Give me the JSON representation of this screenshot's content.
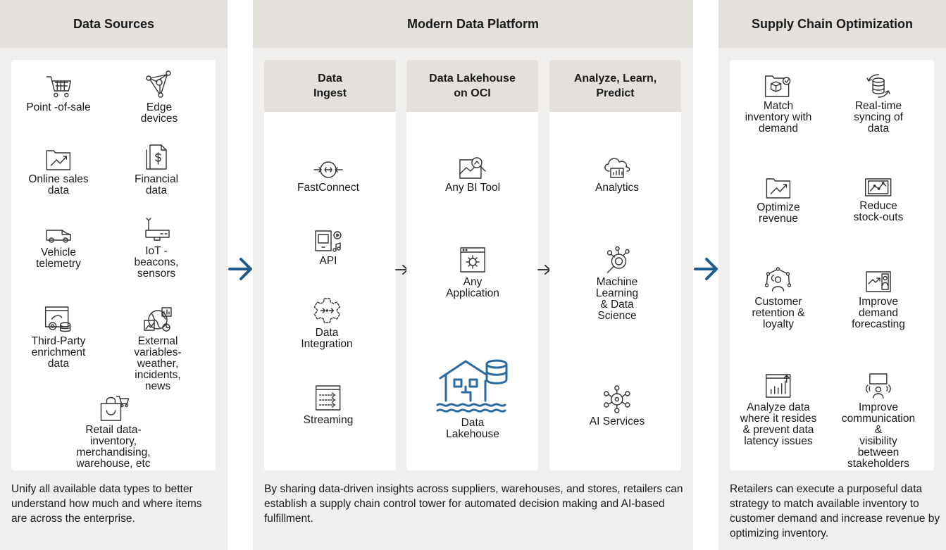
{
  "columns": {
    "sources": {
      "title": "Data Sources",
      "items": [
        {
          "label": "Point -of-sale",
          "icon": "shopping-cart-icon"
        },
        {
          "label": "Edge devices",
          "icon": "network-nodes-icon"
        },
        {
          "label": "Online sales\ndata",
          "icon": "sales-chart-icon"
        },
        {
          "label": "Financial\ndata",
          "icon": "financial-document-icon"
        },
        {
          "label": "Vehicle\ntelemetry",
          "icon": "van-icon"
        },
        {
          "label": "IoT - beacons,\nsensors",
          "icon": "router-icon"
        },
        {
          "label": "Third-Party\nenrichment\ndata",
          "icon": "settings-database-icon"
        },
        {
          "label": "External variables-\nweather, incidents,\nnews",
          "icon": "globe-chart-icon"
        },
        {
          "label": "Retail data-inventory,\nmerchandising, warehouse, etc",
          "icon": "shopping-bag-cart-icon"
        }
      ],
      "description": "Unify all available data types to better understand how much and where items are across the enterprise."
    },
    "platform": {
      "title": "Modern Data Platform",
      "subcolumns": [
        {
          "title": "Data\nIngest",
          "items": [
            {
              "label": "FastConnect",
              "icon": "fastconnect-icon"
            },
            {
              "label": "API",
              "icon": "api-device-icon"
            },
            {
              "label": "Data\nIntegration",
              "icon": "data-integration-gear-icon"
            },
            {
              "label": "Streaming",
              "icon": "streaming-icon"
            }
          ]
        },
        {
          "title": "Data Lakehouse\non OCI",
          "items": [
            {
              "label": "Any BI Tool",
              "icon": "bi-tool-icon"
            },
            {
              "label": "Any\nApplication",
              "icon": "application-gear-icon"
            },
            {
              "label": "Data Lakehouse",
              "icon": "data-lakehouse-icon"
            }
          ]
        },
        {
          "title": "Analyze, Learn,\nPredict",
          "items": [
            {
              "label": "Analytics",
              "icon": "cloud-analytics-icon"
            },
            {
              "label": "Machine Learning\n& Data Science",
              "icon": "machine-learning-icon"
            },
            {
              "label": "AI Services",
              "icon": "ai-services-icon"
            }
          ]
        }
      ],
      "description": "By sharing data-driven insights across suppliers, warehouses, and stores, retailers can establish a supply chain control tower for automated decision making and AI-based fulfillment."
    },
    "optimization": {
      "title": "Supply Chain Optimization",
      "items": [
        {
          "label": "Match\ninventory with\ndemand",
          "icon": "inventory-folder-icon"
        },
        {
          "label": "Real-time\nsyncing of\ndata",
          "icon": "sync-database-icon"
        },
        {
          "label": "Optimize\nrevenue",
          "icon": "revenue-chart-icon"
        },
        {
          "label": "Reduce\nstock-outs",
          "icon": "tablet-chart-icon"
        },
        {
          "label": "Customer\nretention &\nloyalty",
          "icon": "customer-network-icon"
        },
        {
          "label": "Improve\ndemand\nforecasting",
          "icon": "forecast-board-icon"
        },
        {
          "label": "Analyze data\nwhere it resides\n& prevent data\nlatency issues",
          "icon": "bar-chart-window-icon"
        },
        {
          "label": "Improve\ncommunication &\nvisibility between\nstakeholders",
          "icon": "presenter-icon"
        }
      ],
      "description": "Retailers can execute a purposeful data strategy to match available inventory to customer demand and increase revenue by optimizing inventory."
    }
  },
  "colors": {
    "header_bg": "#e4e1dc",
    "panel_bg": "#f1efed",
    "arrow_blue": "#1f5c8b",
    "lakehouse_blue": "#2a6a9e"
  }
}
